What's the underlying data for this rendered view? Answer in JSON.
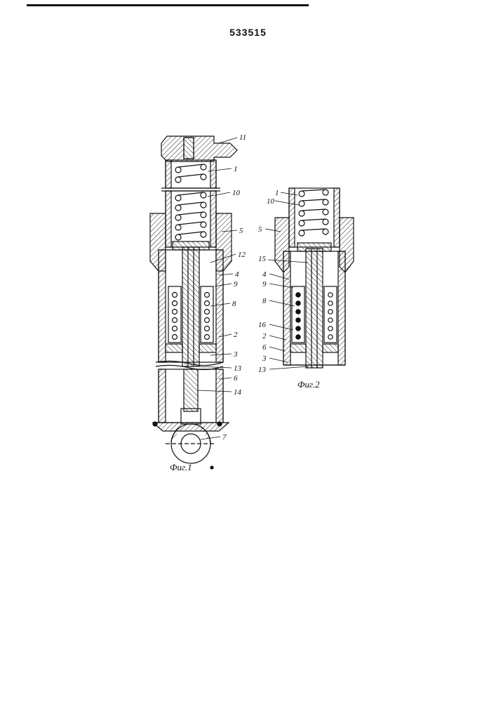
{
  "patent_number": "533515",
  "figures": {
    "fig1": {
      "caption": "Фиг.1",
      "labels": [
        "11",
        "1",
        "10",
        "5",
        "12",
        "4",
        "9",
        "8",
        "2",
        "3",
        "13",
        "6",
        "14",
        "7"
      ]
    },
    "fig2": {
      "caption": "Фиг.2",
      "labels": [
        "1",
        "10",
        "5",
        "15",
        "4",
        "9",
        "8",
        "16",
        "2",
        "6",
        "3",
        "13"
      ]
    }
  }
}
